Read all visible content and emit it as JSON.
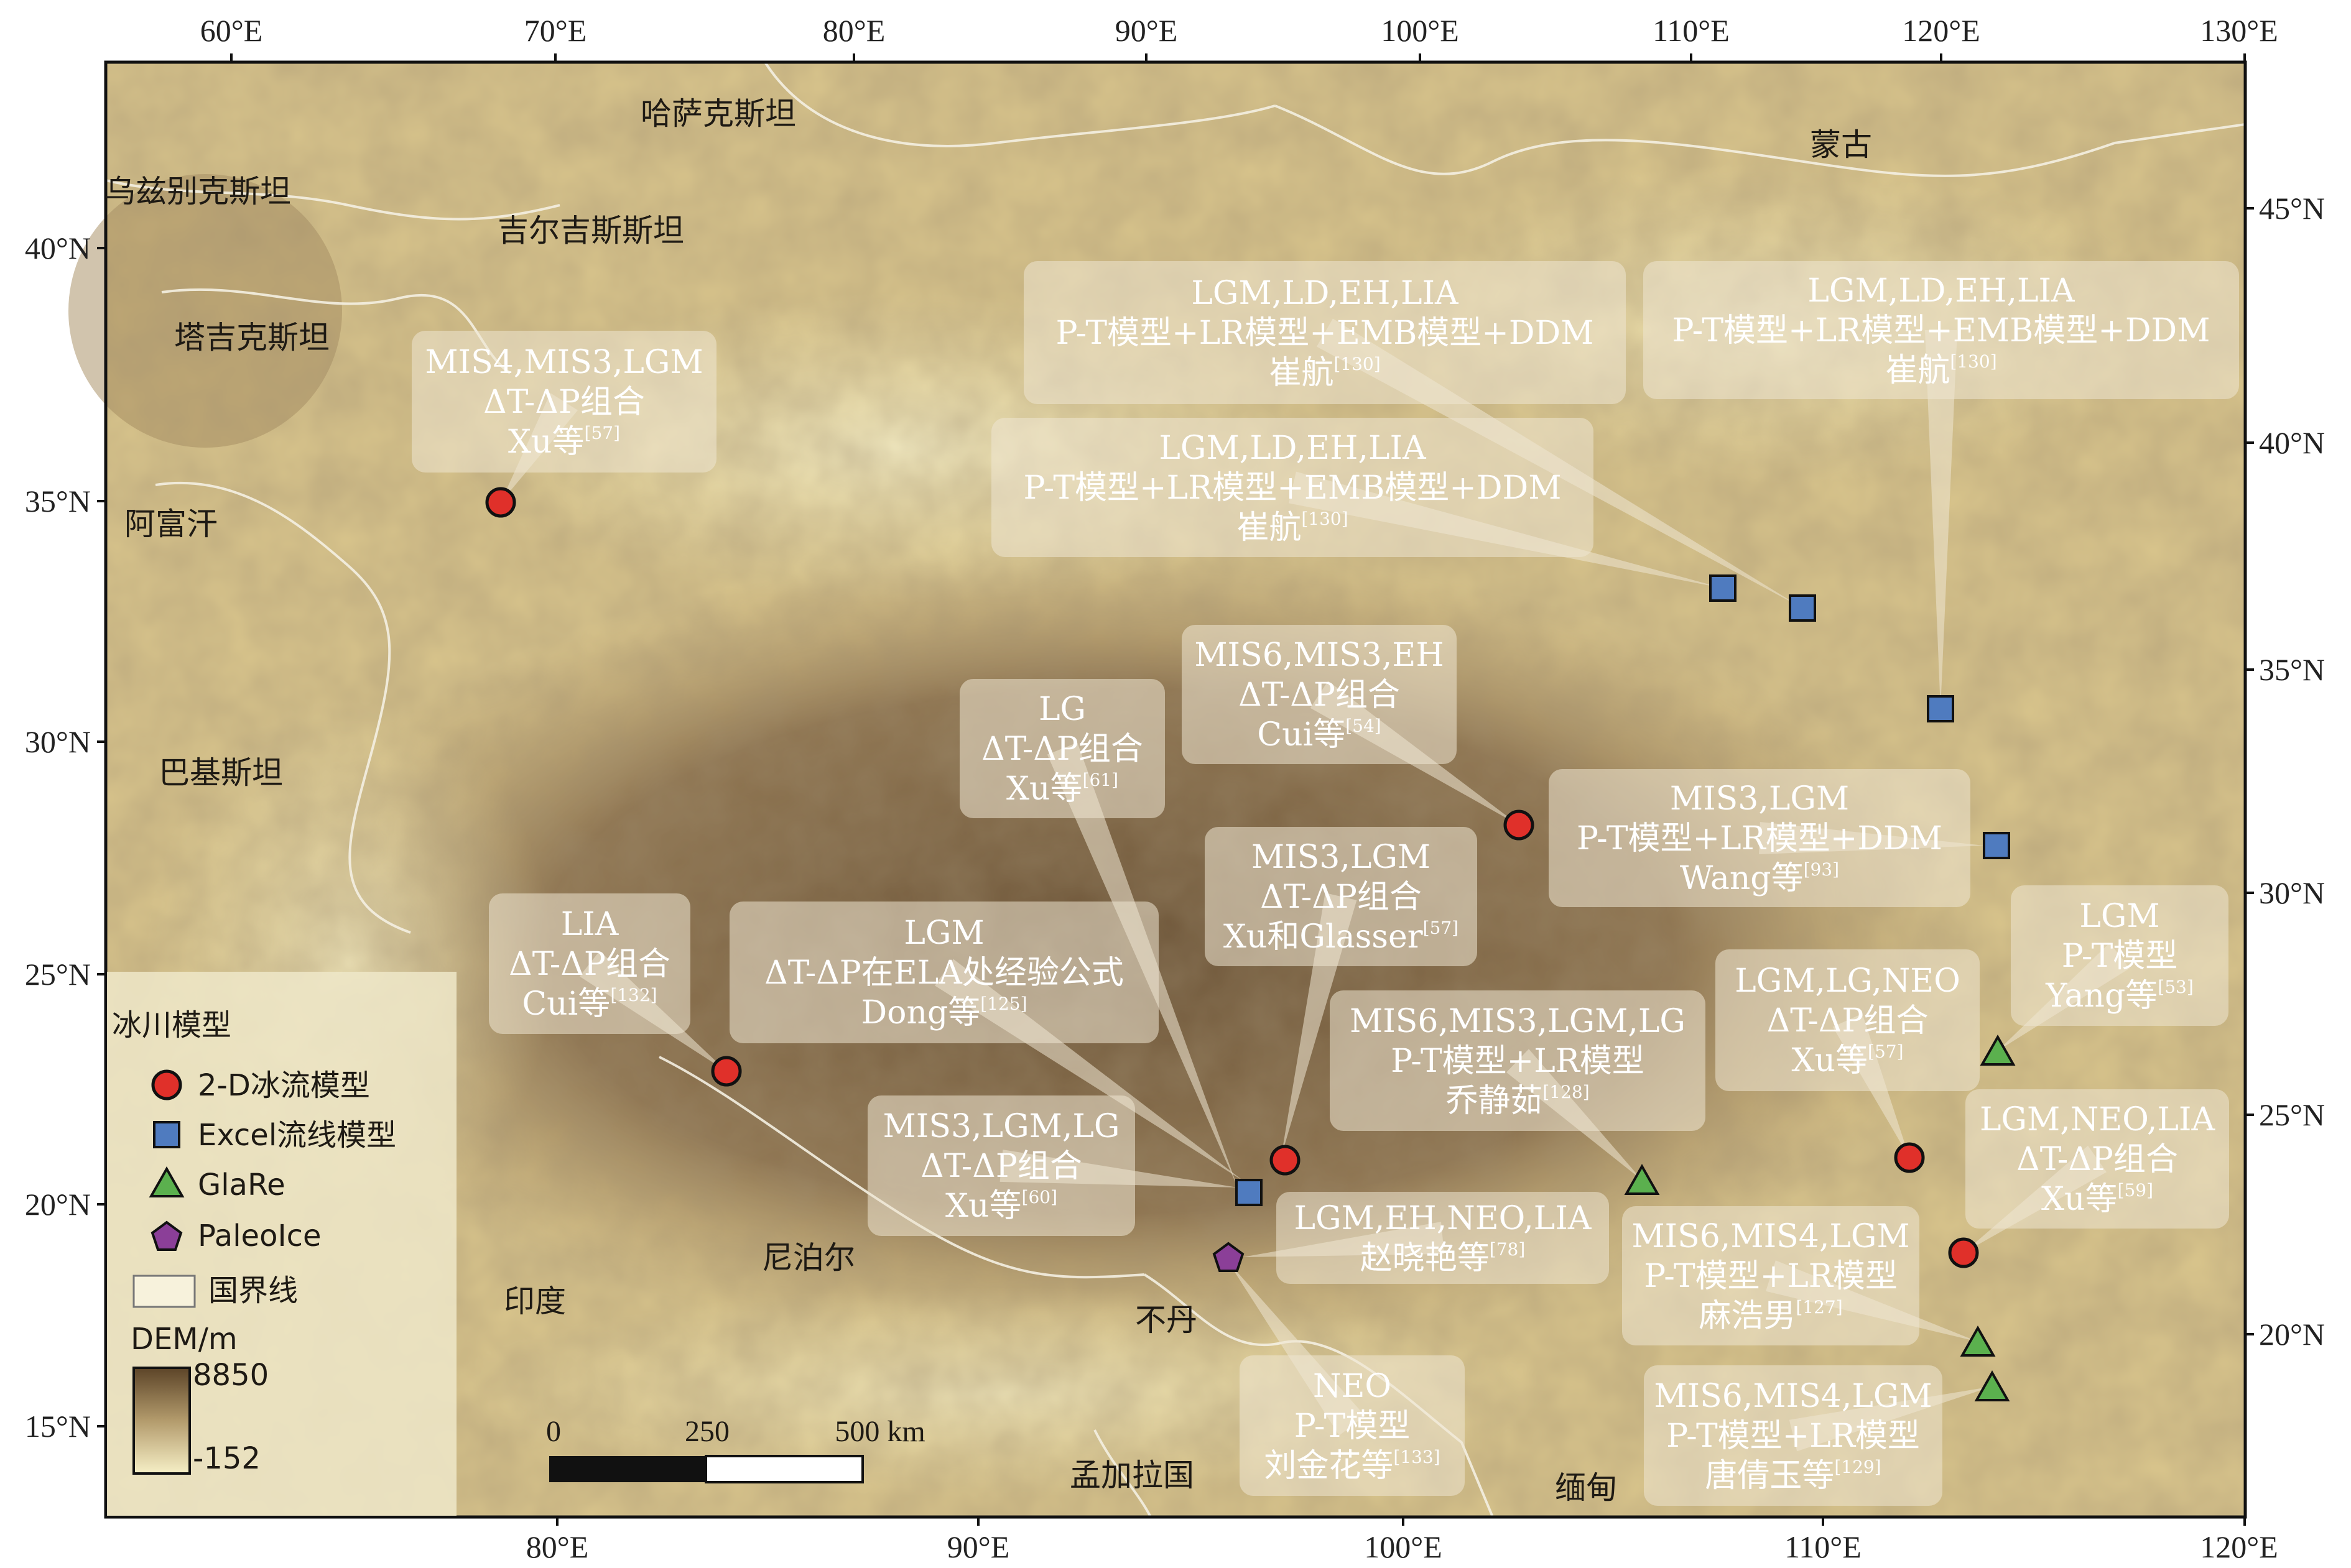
{
  "axes": {
    "top_lon": [
      "60°E",
      "70°E",
      "80°E",
      "90°E",
      "100°E",
      "110°E",
      "120°E",
      "130°E"
    ],
    "bottom_lon": [
      "80°E",
      "90°E",
      "100°E",
      "110°E",
      "120°E"
    ],
    "left_lat": [
      "15°N",
      "20°N",
      "25°N",
      "30°N",
      "35°N",
      "40°N"
    ],
    "right_lat": [
      "20°N",
      "25°N",
      "30°N",
      "35°N",
      "40°N",
      "45°N"
    ]
  },
  "countries": [
    "哈萨克斯坦",
    "蒙古",
    "乌兹别克斯坦",
    "吉尔吉斯斯坦",
    "塔吉克斯坦",
    "阿富汗",
    "巴基斯坦",
    "印度",
    "尼泊尔",
    "不丹",
    "孟加拉国",
    "缅甸"
  ],
  "annotations": [
    {
      "lines": [
        "MIS4,MIS3,LGM",
        "ΔT-ΔP组合",
        "Xu等"
      ],
      "ref": "[57]"
    },
    {
      "lines": [
        "LGM,LD,EH,LIA",
        "P-T模型+LR模型+EMB模型+DDM",
        "崔航"
      ],
      "ref": "[130]"
    },
    {
      "lines": [
        "LGM,LD,EH,LIA",
        "P-T模型+LR模型+EMB模型+DDM",
        "崔航"
      ],
      "ref": "[130]"
    },
    {
      "lines": [
        "LGM,LD,EH,LIA",
        "P-T模型+LR模型+EMB模型+DDM",
        "崔航"
      ],
      "ref": "[130]"
    },
    {
      "lines": [
        "MIS6,MIS3,EH",
        "ΔT-ΔP组合",
        "Cui等"
      ],
      "ref": "[54]"
    },
    {
      "lines": [
        "LG",
        "ΔT-ΔP组合",
        "Xu等"
      ],
      "ref": "[61]"
    },
    {
      "lines": [
        "MIS3,LGM",
        "P-T模型+LR模型+DDM",
        "Wang等"
      ],
      "ref": "[93]"
    },
    {
      "lines": [
        "MIS3,LGM",
        "ΔT-ΔP组合",
        "Xu和Glasser"
      ],
      "ref": "[57]"
    },
    {
      "lines": [
        "LIA",
        "ΔT-ΔP组合",
        "Cui等"
      ],
      "ref": "[132]"
    },
    {
      "lines": [
        "LGM",
        "ΔT-ΔP在ELA处经验公式",
        "Dong等"
      ],
      "ref": "[125]"
    },
    {
      "lines": [
        "LGM",
        "P-T模型",
        "Yang等"
      ],
      "ref": "[53]"
    },
    {
      "lines": [
        "LGM,LG,NEO",
        "ΔT-ΔP组合",
        "Xu等"
      ],
      "ref": "[57]"
    },
    {
      "lines": [
        "MIS6,MIS3,LGM,LG",
        "P-T模型+LR模型",
        "乔静茹"
      ],
      "ref": "[128]"
    },
    {
      "lines": [
        "MIS3,LGM,LG",
        "ΔT-ΔP组合",
        "Xu等"
      ],
      "ref": "[60]"
    },
    {
      "lines": [
        "LGM,NEO,LIA",
        "ΔT-ΔP组合",
        "Xu等"
      ],
      "ref": "[59]"
    },
    {
      "lines": [
        "LGM,EH,NEO,LIA",
        "赵晓艳等"
      ],
      "ref": "[78]"
    },
    {
      "lines": [
        "MIS6,MIS4,LGM",
        "P-T模型+LR模型",
        "麻浩男"
      ],
      "ref": "[127]"
    },
    {
      "lines": [
        "NEO",
        "P-T模型",
        "刘金花等"
      ],
      "ref": "[133]"
    },
    {
      "lines": [
        "MIS6,MIS4,LGM",
        "P-T模型+LR模型",
        "唐倩玉等"
      ],
      "ref": "[129]"
    }
  ],
  "legend": {
    "title": "冰川模型",
    "items": [
      "2-D冰流模型",
      "Excel流线模型",
      "GlaRe",
      "PaleoIce",
      "国界线"
    ],
    "dem_title": "DEM/m",
    "dem_max": "8850",
    "dem_min": "-152"
  },
  "scale_bar": {
    "labels": [
      "0",
      "250",
      "500 km"
    ]
  },
  "colors": {
    "circle_fill": "#e0302a",
    "square_fill": "#4f7bbf",
    "triangle_fill": "#5bb04e",
    "pentagon_fill": "#8b3f98",
    "dem_high": "#6e5638",
    "dem_low": "#f2e8b8"
  }
}
